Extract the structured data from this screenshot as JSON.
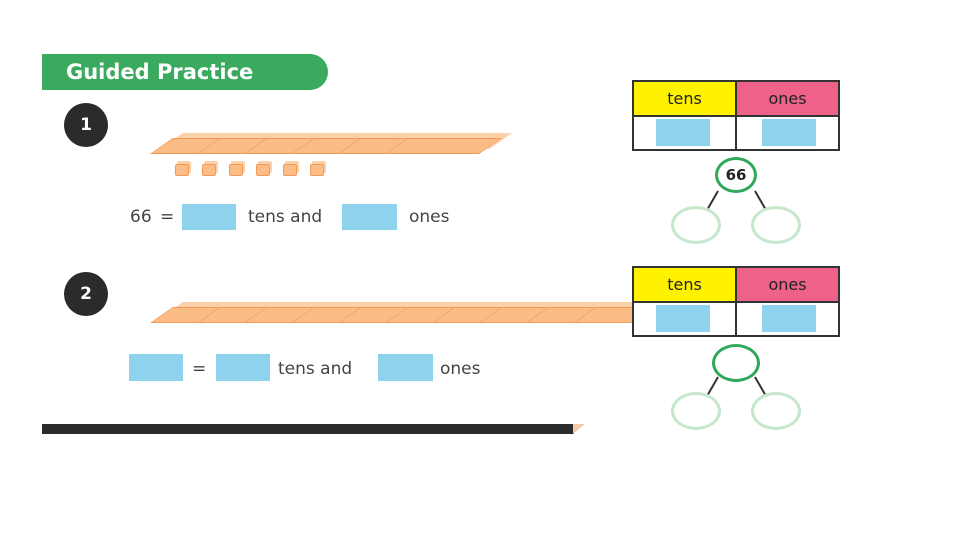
{
  "header": {
    "title": "Guided Practice"
  },
  "problems": [
    {
      "number": "1",
      "equation": {
        "total": "66",
        "equals": "=",
        "tens_label": "tens and",
        "ones_label": "ones"
      },
      "table": {
        "tens_header": "tens",
        "ones_header": "ones"
      },
      "bond": {
        "whole": "66"
      },
      "tens_rods": 6,
      "ones_cubes": 6
    },
    {
      "number": "2",
      "equation": {
        "equals": "=",
        "tens_label": "tens and",
        "ones_label": "ones"
      },
      "table": {
        "tens_header": "tens",
        "ones_header": "ones"
      },
      "bond": {
        "whole": ""
      },
      "tens_rods": 10,
      "ones_cubes": 0
    }
  ],
  "colors": {
    "banner": "#3aaa5f",
    "answer_box": "#8fd2ee",
    "tens_header": "#fff200",
    "ones_header": "#ee6188",
    "base_ten_block": "#fbbc86",
    "bond_circle": "#2fa85a"
  }
}
